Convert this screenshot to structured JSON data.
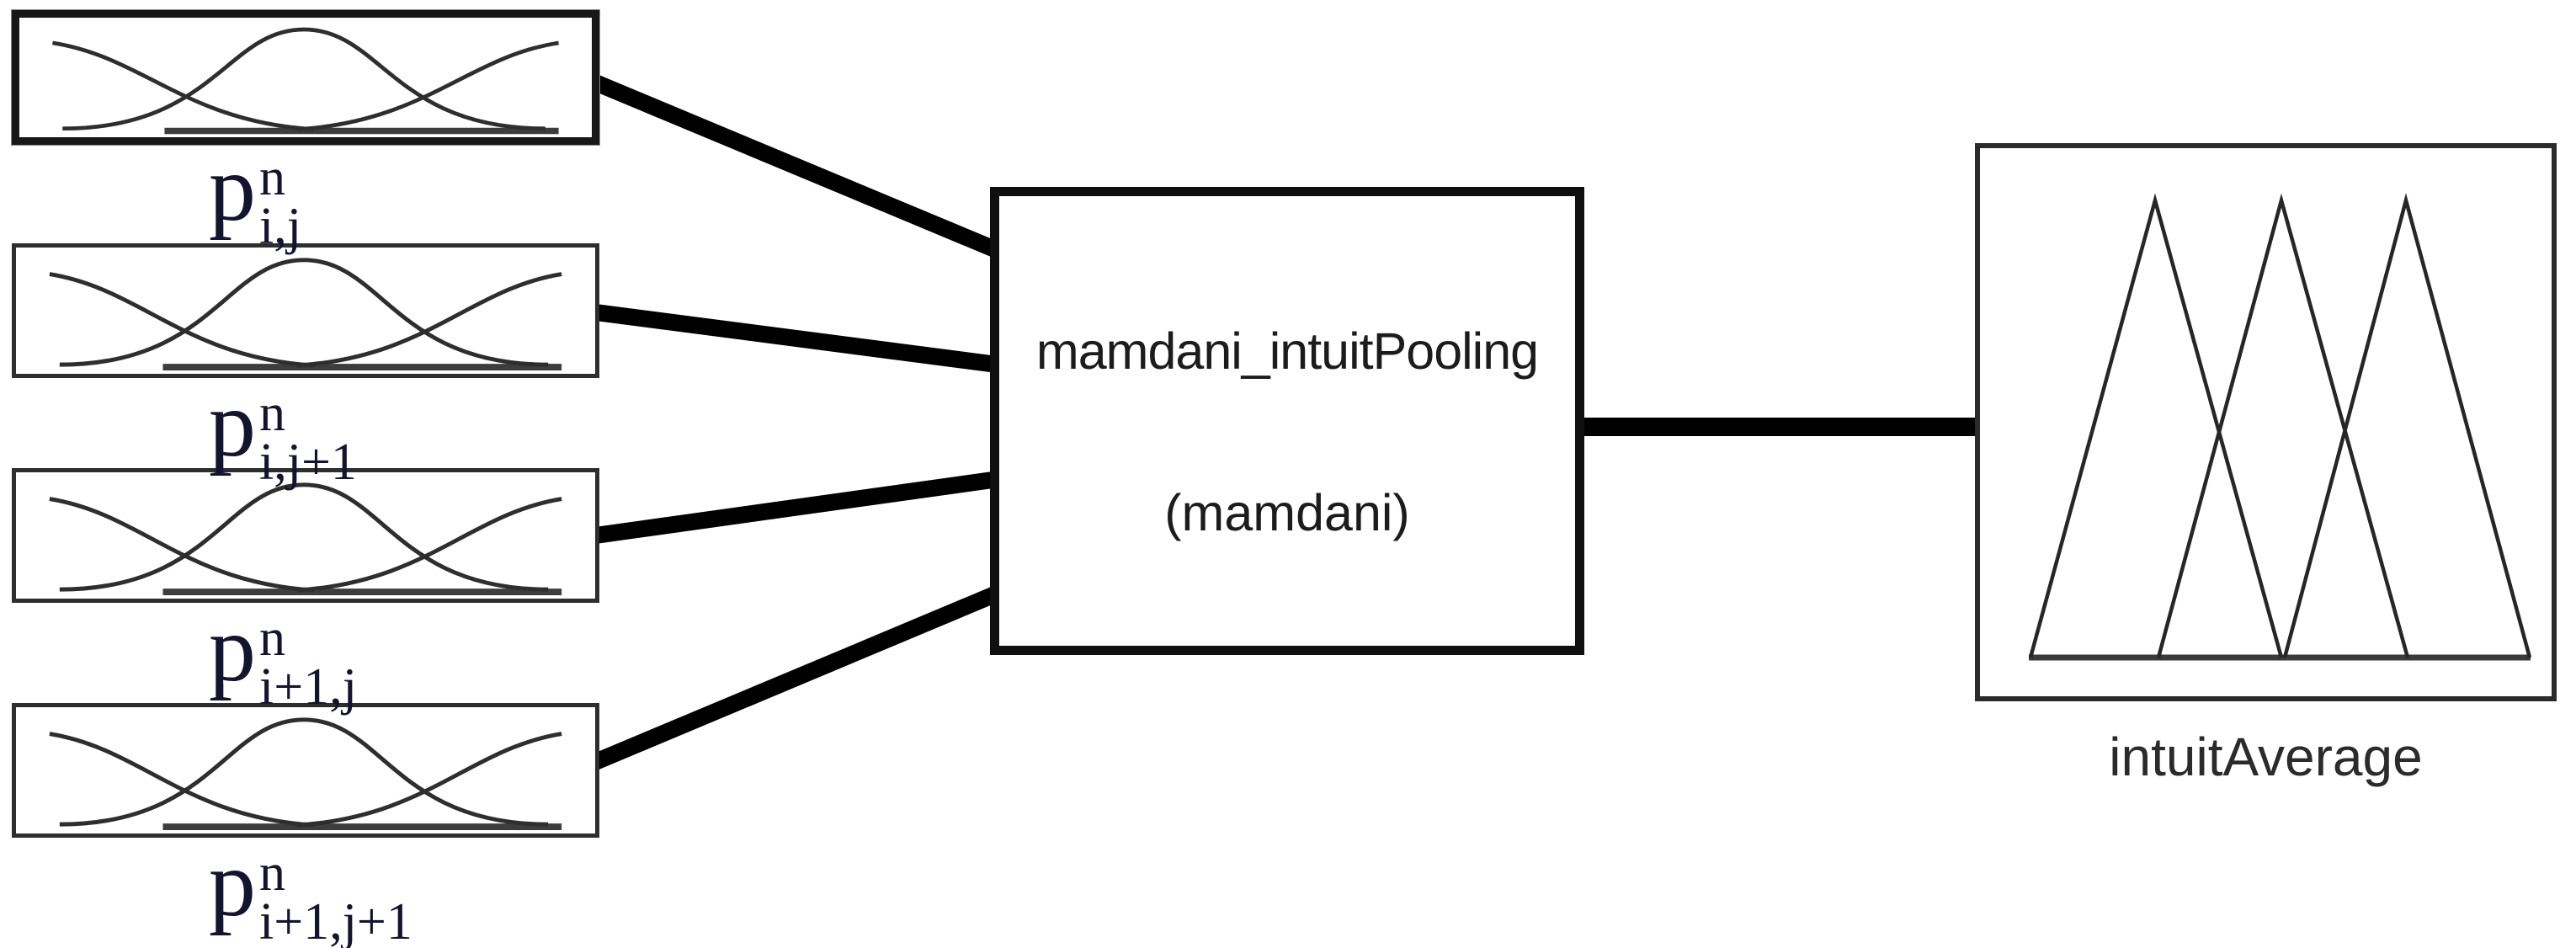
{
  "diagram": {
    "inputs": [
      {
        "base": "p",
        "sup": "n",
        "sub": "i,j"
      },
      {
        "base": "p",
        "sup": "n",
        "sub": "i,j+1"
      },
      {
        "base": "p",
        "sup": "n",
        "sub": "i+1,j"
      },
      {
        "base": "p",
        "sup": "n",
        "sub": "i+1,j+1"
      }
    ],
    "process": {
      "name": "mamdani_intuitPooling",
      "type": "(mamdani)"
    },
    "output": {
      "label": "intuitAverage"
    },
    "plots": {
      "input_mf_type": "gaussian",
      "input_mf_count": 3,
      "output_mf_type": "triangular",
      "output_mf_count": 3
    },
    "colors": {
      "wire": "#000000",
      "process_border": "#0f0f0f",
      "box_border": "#2e2e2e",
      "process_text": "#1c1c1c",
      "input_label_text": "#14142e",
      "output_label_text": "#2b2b2b",
      "curve": "#2e2e2e",
      "background": "#ffffff"
    }
  }
}
